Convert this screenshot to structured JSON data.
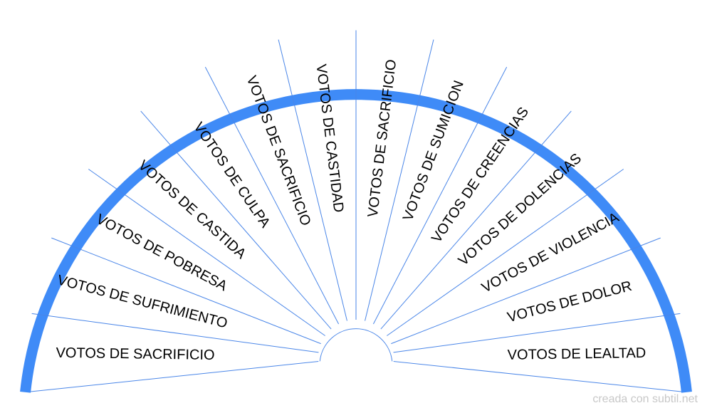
{
  "colors": {
    "rim": "#3f8bf7",
    "divider": "#4a86e8",
    "background": "#ffffff",
    "text": "#000000",
    "watermark": "#c8c8c8"
  },
  "segments": [
    "VOTOS DE SACRIFICIO",
    "VOTOS DE SUFRIMIENTO",
    "VOTOS DE POBRESA",
    "VOTOS DE CASTIDA",
    "VOTOS DE CULPA",
    "VOTOS DE SACRIFICIO",
    "VOTOS DE CASTIDAD",
    "VOTOS DE SACRIFICIO",
    "VOTOS DE SUMICION",
    "VOTOS DE CREENCIAS",
    "VOTOS DE DOLENCIAS",
    "VOTOS DE VIOLENCIA",
    "VOTOS DE DOLOR",
    "VOTOS DE LEALTAD"
  ],
  "watermark": "creada con subtil.net"
}
